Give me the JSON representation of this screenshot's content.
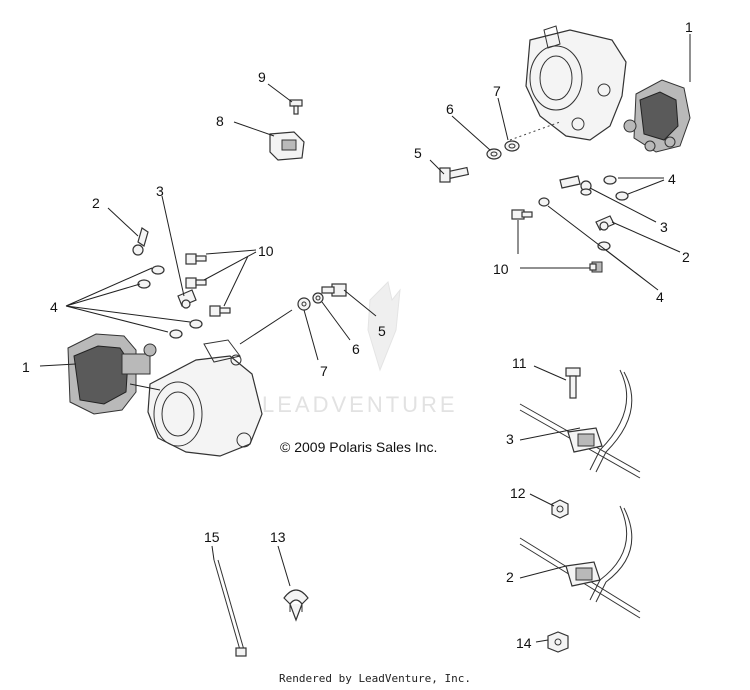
{
  "copyright": "© 2009 Polaris Sales Inc.",
  "watermark": "LEADVENTURE",
  "footer": "Rendered by LeadVenture, Inc.",
  "callouts": {
    "c1_right": "1",
    "c7_right": "7",
    "c6_right": "6",
    "c5_right": "5",
    "c4_right": "4",
    "c3_right": "3",
    "c2_right": "2",
    "c10_right": "10",
    "c4_right_lower": "4",
    "c9": "9",
    "c8": "8",
    "c3_left": "3",
    "c2_left": "2",
    "c10_left": "10",
    "c4_left": "4",
    "c1_left": "1",
    "c5_mid": "5",
    "c6_mid": "6",
    "c7_mid": "7",
    "c11": "11",
    "c3_clip": "3",
    "c12": "12",
    "c2_clip": "2",
    "c14": "14",
    "c15": "15",
    "c13": "13"
  }
}
